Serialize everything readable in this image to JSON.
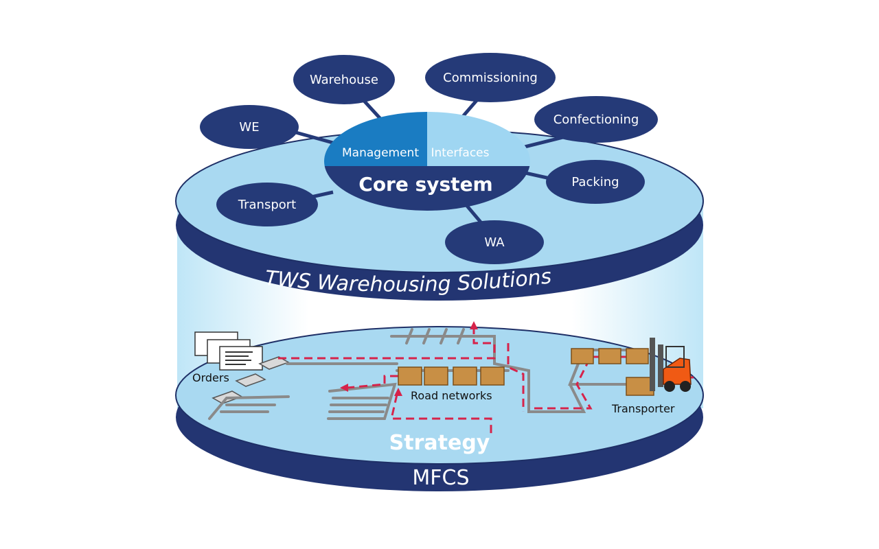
{
  "upper_layer": {
    "band_label": "TWS Warehousing Solutions",
    "core": {
      "label": "Core system",
      "left_segment": "Management",
      "right_segment": "Interfaces"
    },
    "modules": [
      "Warehouse",
      "Commissioning",
      "WE",
      "Confectioning",
      "Packing",
      "Transport",
      "WA"
    ]
  },
  "lower_layer": {
    "band_label": "MFCS",
    "center_label": "Strategy",
    "labels": {
      "orders": "Orders",
      "road_networks": "Road networks",
      "transporter": "Transporter"
    }
  },
  "colors": {
    "navy": "#253a78",
    "disc_fill": "#a9d9f1",
    "disc_band": "#233572",
    "core_blue": "#1a7cc2",
    "core_light": "#9fd6f2",
    "track": "#8a8a8a",
    "route": "#d6234a",
    "box": "#c88f45",
    "forklift": "#f05a14"
  }
}
